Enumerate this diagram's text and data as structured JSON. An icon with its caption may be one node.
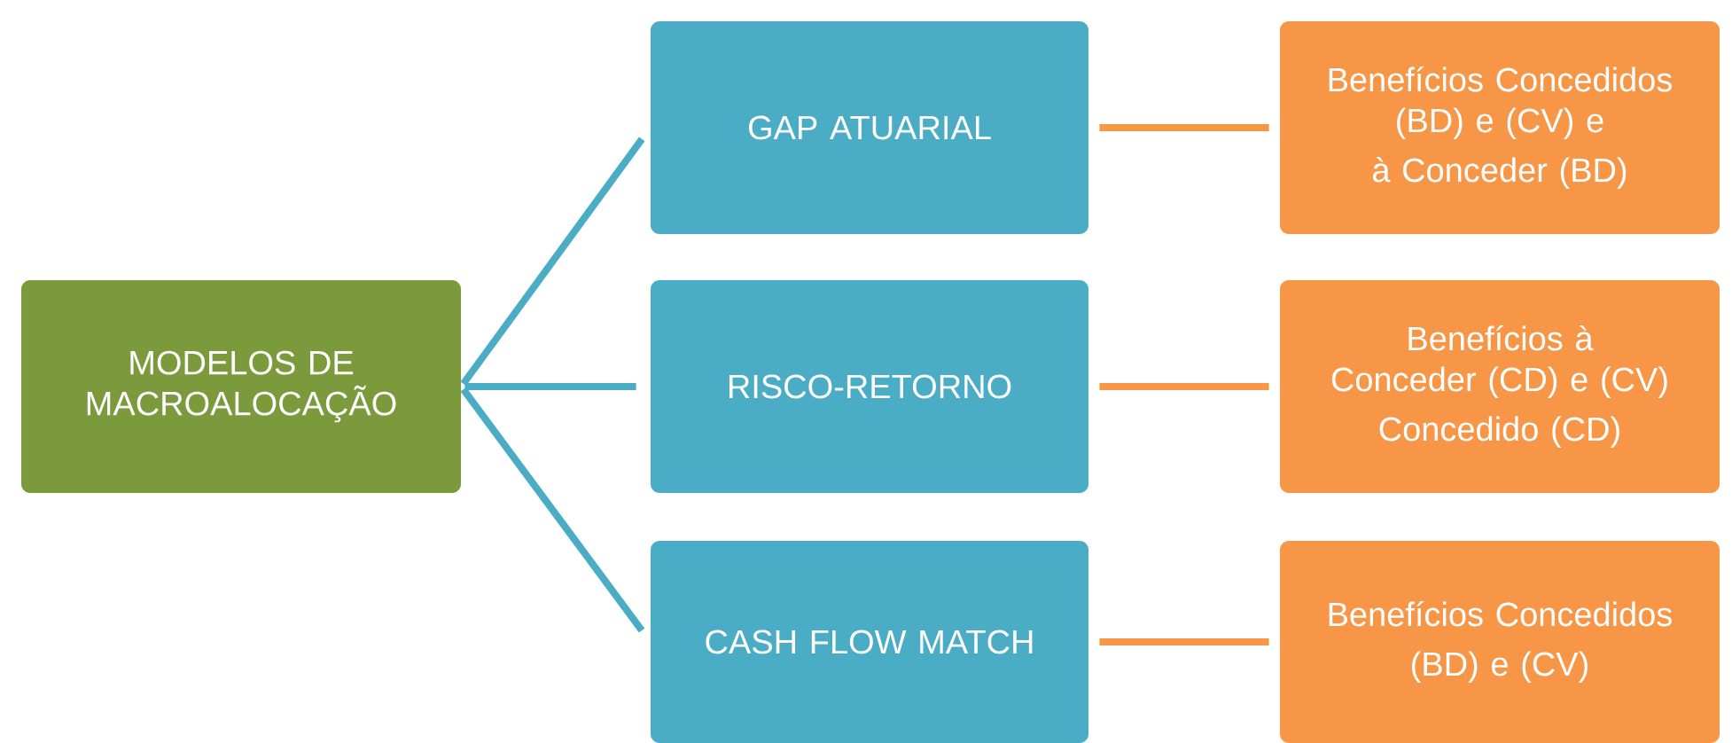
{
  "diagram": {
    "nodes": [
      {
        "text": [
          "MODELOS DE MACROALOCAÇÃO"
        ]
      },
      {
        "text": [
          "GAP ATUARIAL"
        ]
      },
      {
        "text": [
          "RISCO-RETORNO"
        ]
      },
      {
        "text": [
          "CASH FLOW MATCH"
        ]
      },
      {
        "text": [
          "Benefícios Concedidos (BD) e (CV) e",
          "à Conceder (BD)"
        ]
      },
      {
        "text": [
          "Benefícios à Conceder (CD) e (CV)",
          "Concedido (CD)"
        ]
      },
      {
        "text": [
          "Benefícios Concedidos",
          "(BD) e (CV)"
        ]
      }
    ],
    "edges": [
      {
        "from": 0,
        "to": 1,
        "arrow": "none",
        "color": "#4bacc6"
      },
      {
        "from": 0,
        "to": 2,
        "arrow": "none",
        "color": "#4bacc6"
      },
      {
        "from": 0,
        "to": 3,
        "arrow": "none",
        "color": "#4bacc6"
      },
      {
        "from": 1,
        "to": 4,
        "arrow": "none",
        "color": "#f79646"
      },
      {
        "from": 2,
        "to": 5,
        "arrow": "none",
        "color": "#f79646"
      },
      {
        "from": 3,
        "to": 6,
        "arrow": "none",
        "color": "#f79646"
      }
    ]
  }
}
